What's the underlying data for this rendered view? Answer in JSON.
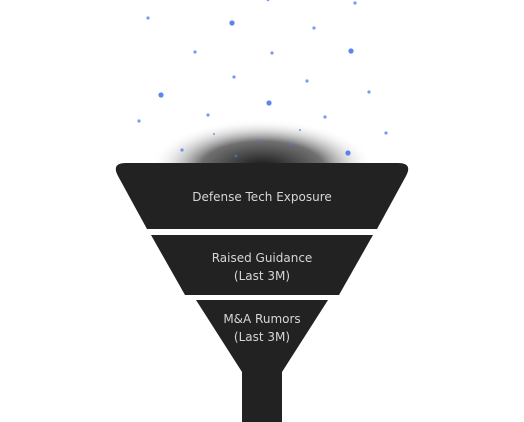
{
  "funnel": {
    "stages": [
      {
        "label": "Defense Tech Exposure"
      },
      {
        "label": "Raised Guidance\n(Last 3M)"
      },
      {
        "label": "M&A Rumors\n(Last 3M)"
      }
    ],
    "colors": {
      "funnel_fill": "#222222",
      "label_text": "#d6d6d6",
      "particle": "#4a78f0",
      "background": "#ffffff"
    },
    "particle_count": 24
  }
}
